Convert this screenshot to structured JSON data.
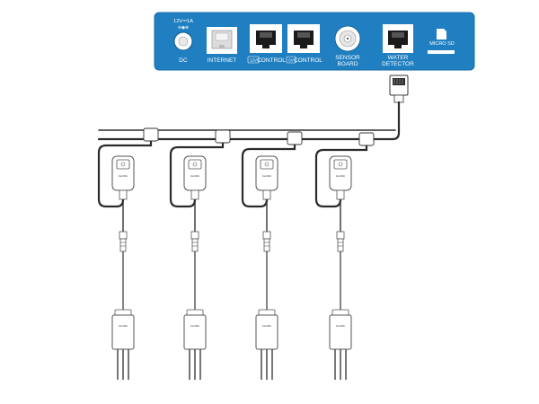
{
  "panel": {
    "power_rating": "12V⎓1A",
    "ports": {
      "dc": "DC",
      "internet": "INTERNET",
      "control_12v_badge": "12V",
      "control_12v": "CONTROL",
      "control_5v_badge": "5V",
      "control_5v": "CONTROL",
      "sensor_board_line1": "SENSOR",
      "sensor_board_line2": "BOARD",
      "water_detector_line1": "WATER",
      "water_detector_line2": "DETECTOR",
      "micro_sd": "MICRO SD"
    }
  },
  "colors": {
    "panel": "#1f7fc1",
    "panel_dark": "#1a6ba5",
    "cable": "#2b2b2b",
    "device_stroke": "#555555"
  },
  "device_brand": "FarmBot",
  "probe_label": "FarmBot"
}
